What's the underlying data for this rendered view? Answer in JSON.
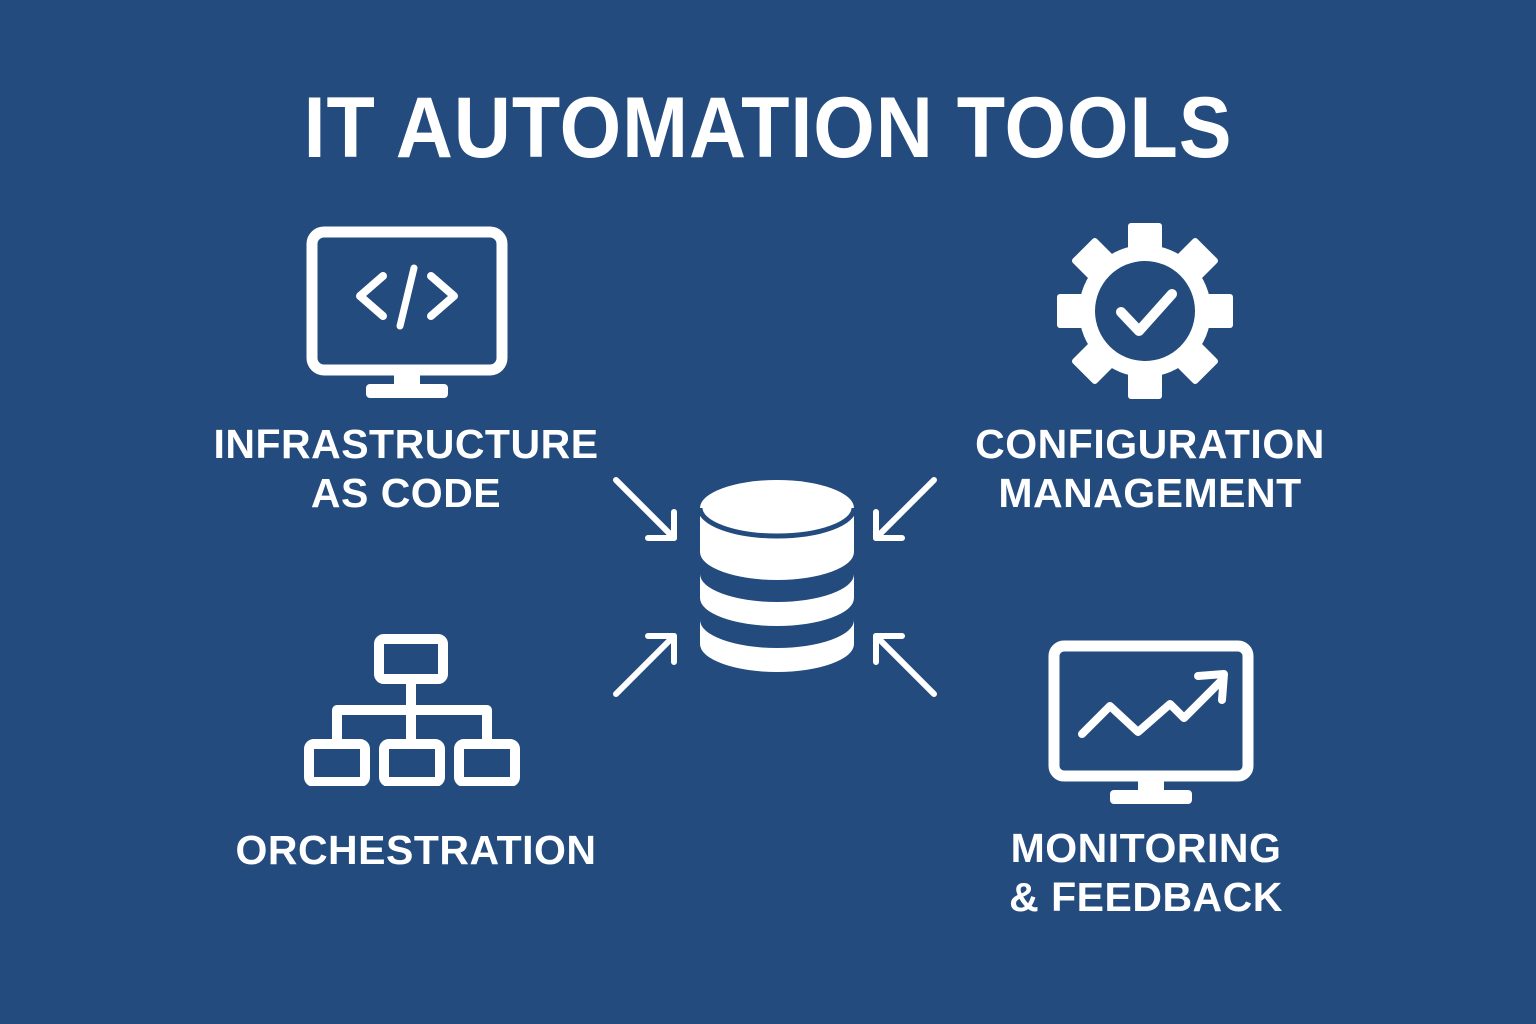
{
  "title": "IT AUTOMATION TOOLS",
  "colors": {
    "background": "#234b7e",
    "foreground": "#ffffff"
  },
  "center": {
    "icon": "database-icon",
    "arrows": [
      "arrow-from-top-left",
      "arrow-from-top-right",
      "arrow-from-bottom-left",
      "arrow-from-bottom-right"
    ]
  },
  "nodes": [
    {
      "id": "infrastructure-as-code",
      "icon": "monitor-code-icon",
      "label_lines": [
        "INFRASTRUCTURE",
        "AS CODE"
      ],
      "position": "top-left"
    },
    {
      "id": "configuration-management",
      "icon": "gear-check-icon",
      "label_lines": [
        "CONFIGURATION",
        "MANAGEMENT"
      ],
      "position": "top-right"
    },
    {
      "id": "orchestration",
      "icon": "hierarchy-icon",
      "label_lines": [
        "ORCHESTRATION"
      ],
      "position": "bottom-left"
    },
    {
      "id": "monitoring-feedback",
      "icon": "monitor-chart-icon",
      "label_lines": [
        "MONITORING",
        "& FEEDBACK"
      ],
      "position": "bottom-right"
    }
  ]
}
